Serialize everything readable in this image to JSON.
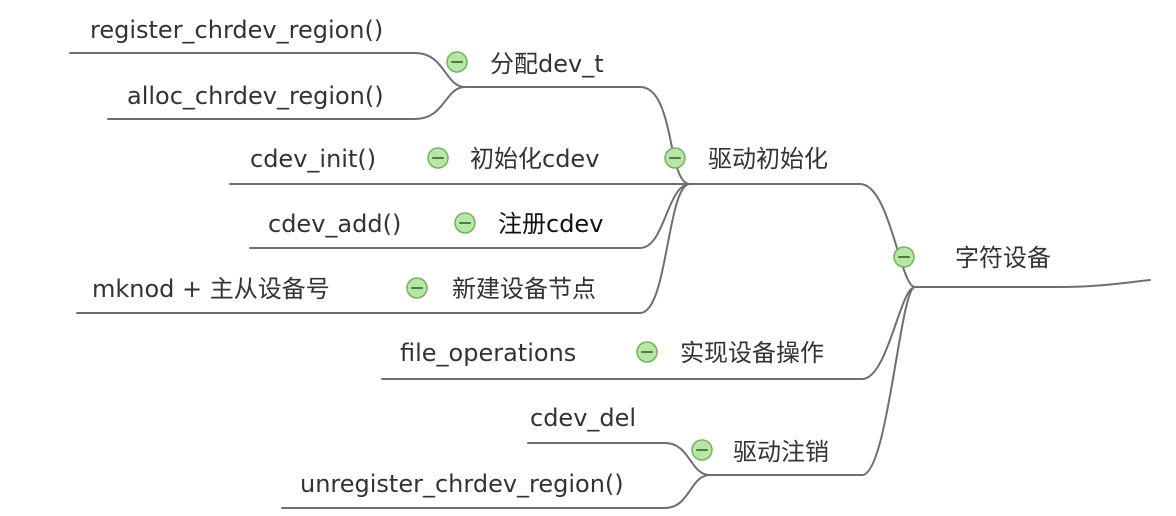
{
  "root": {
    "label": "字符设备"
  },
  "branches": {
    "init": {
      "label": "驱动初始化",
      "alloc": {
        "label": "分配dev_t",
        "leaves": [
          "register_chrdev_region()",
          "alloc_chrdev_region()"
        ]
      },
      "cdev_init": {
        "label": "初始化cdev",
        "leaf": "cdev_init()"
      },
      "cdev_add": {
        "label": "注册cdev",
        "leaf": "cdev_add()"
      },
      "mknod": {
        "label": "新建设备节点",
        "leaf": "mknod + 主从设备号"
      }
    },
    "ops": {
      "label": "实现设备操作",
      "leaf": "file_operations"
    },
    "exit": {
      "label": "驱动注销",
      "leaves": [
        "cdev_del",
        "unregister_chrdev_region()"
      ]
    }
  },
  "colors": {
    "edge": "#6f6f6f",
    "collapse_fill": "#b8e6a8",
    "collapse_stroke": "#74b35e",
    "text": "#333333"
  },
  "icons": {
    "collapse": "collapse-minus-icon"
  }
}
